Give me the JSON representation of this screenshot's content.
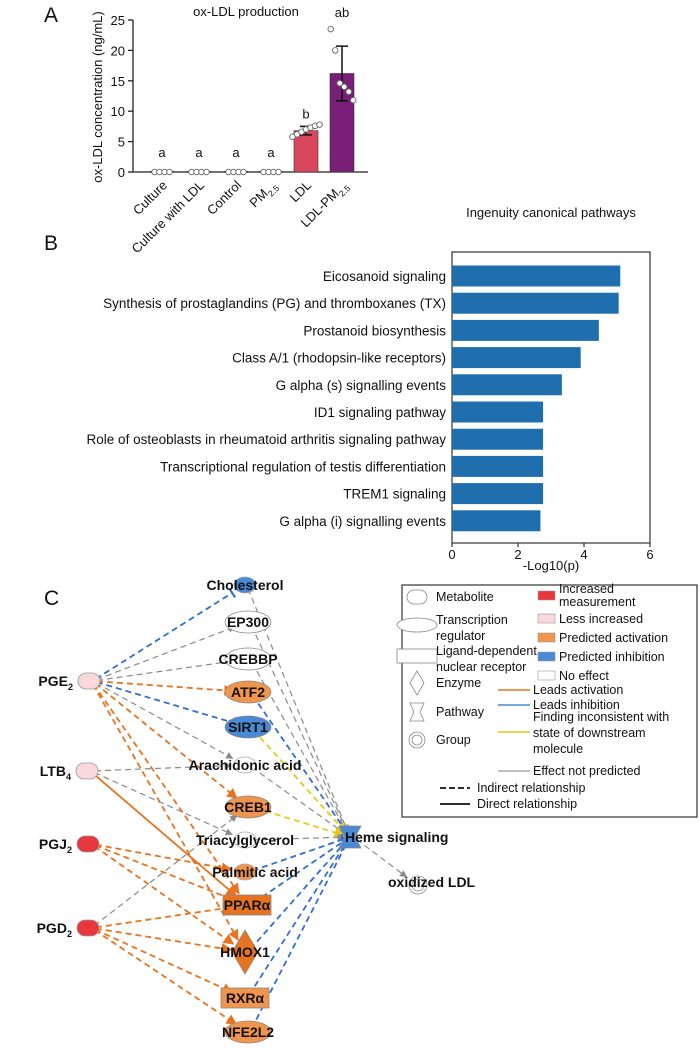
{
  "panels": {
    "a": "A",
    "b": "B",
    "c": "C"
  },
  "chart_data": [
    {
      "type": "bar",
      "title": "ox-LDL production",
      "ylabel": "ox-LDL concentration (ng/mL)",
      "ylim": [
        0,
        25
      ],
      "yticks": [
        0,
        5,
        10,
        15,
        20,
        25
      ],
      "categories": [
        {
          "main": "Culture",
          "sub": ""
        },
        {
          "main": "Culture with LDL",
          "sub": ""
        },
        {
          "main": "Control",
          "sub": ""
        },
        {
          "main": "PM",
          "sub": "2.5"
        },
        {
          "main": "LDL",
          "sub": ""
        },
        {
          "main": "LDL-PM",
          "sub": "2.5"
        }
      ],
      "values": [
        0.1,
        0.1,
        0.1,
        0.1,
        6.8,
        16.2
      ],
      "error": [
        0,
        0,
        0,
        0,
        0.7,
        4.5
      ],
      "points": [
        [
          0,
          0,
          0,
          0
        ],
        [
          0,
          0,
          0,
          0
        ],
        [
          0,
          0,
          0,
          0
        ],
        [
          0,
          0,
          0,
          0
        ],
        [
          5.8,
          6.2,
          6.6,
          7.0,
          7.3,
          7.6,
          7.8
        ],
        [
          23.5,
          20.0,
          14.6,
          14.0,
          13.2,
          11.8
        ]
      ],
      "significance": [
        "a",
        "a",
        "a",
        "a",
        "b",
        "ab"
      ],
      "colors": [
        "#888888",
        "#888888",
        "#888888",
        "#888888",
        "#d9475c",
        "#7a1f78"
      ]
    },
    {
      "type": "bar",
      "orientation": "horizontal",
      "title": "Ingenuity canonical pathways",
      "xlabel": "-Log10(p)",
      "xlim": [
        0,
        6
      ],
      "xticks": [
        0,
        2,
        4,
        6
      ],
      "categories": [
        "Eicosanoid signaling",
        "Synthesis of prostaglandins (PG) and thromboxanes (TX)",
        "Prostanoid biosynthesis",
        "Class A/1 (rhodopsin-like receptors)",
        "G alpha (s) signalling events",
        "ID1 signaling pathway",
        "Role of osteoblasts in rheumatoid arthritis signaling pathway",
        "Transcriptional regulation of testis differentiation",
        "TREM1 signaling",
        "G alpha (i) signalling events"
      ],
      "values": [
        5.1,
        5.05,
        4.45,
        3.9,
        3.33,
        2.76,
        2.76,
        2.76,
        2.76,
        2.68
      ],
      "color": "#1f6fae"
    }
  ],
  "network": {
    "nodes": [
      {
        "id": "PGE2",
        "main": "PGE",
        "sub": "2",
        "shape": "metabolite",
        "state": "less_increased"
      },
      {
        "id": "LTB4",
        "main": "LTB",
        "sub": "4",
        "shape": "metabolite",
        "state": "less_increased"
      },
      {
        "id": "PGJ2",
        "main": "PGJ",
        "sub": "2",
        "shape": "metabolite",
        "state": "increased"
      },
      {
        "id": "PGD2",
        "main": "PGD",
        "sub": "2",
        "shape": "metabolite",
        "state": "increased"
      },
      {
        "id": "Cholesterol",
        "main": "Cholesterol",
        "sub": "",
        "shape": "metabolite",
        "state": "inhibition"
      },
      {
        "id": "EP300",
        "main": "EP300",
        "sub": "",
        "shape": "transcription",
        "state": "none"
      },
      {
        "id": "CREBBP",
        "main": "CREBBP",
        "sub": "",
        "shape": "transcription",
        "state": "none"
      },
      {
        "id": "ATF2",
        "main": "ATF2",
        "sub": "",
        "shape": "transcription",
        "state": "activation"
      },
      {
        "id": "SIRT1",
        "main": "SIRT1",
        "sub": "",
        "shape": "transcription",
        "state": "inhibition"
      },
      {
        "id": "Arachidonic",
        "main": "Arachidonic acid",
        "sub": "",
        "shape": "metabolite",
        "state": "none"
      },
      {
        "id": "CREB1",
        "main": "CREB1",
        "sub": "",
        "shape": "transcription",
        "state": "activation"
      },
      {
        "id": "Triacylglycerol",
        "main": "Triacylglycerol",
        "sub": "",
        "shape": "metabolite",
        "state": "none"
      },
      {
        "id": "Palmitic",
        "main": "Palmitic acid",
        "sub": "",
        "shape": "metabolite",
        "state": "activation"
      },
      {
        "id": "PPARa",
        "main": "PPARα",
        "sub": "",
        "shape": "receptor",
        "state": "activation_strong"
      },
      {
        "id": "HMOX1",
        "main": "HMOX1",
        "sub": "",
        "shape": "enzyme",
        "state": "activation_strong"
      },
      {
        "id": "RXRa",
        "main": "RXRα",
        "sub": "",
        "shape": "receptor",
        "state": "activation"
      },
      {
        "id": "NFE2L2",
        "main": "NFE2L2",
        "sub": "",
        "shape": "transcription",
        "state": "activation"
      },
      {
        "id": "Heme",
        "main": "Heme signaling",
        "sub": "",
        "shape": "pathway",
        "state": "inhibition"
      },
      {
        "id": "oxLDL",
        "main": "oxidized LDL",
        "sub": "",
        "shape": "group",
        "state": "none"
      }
    ],
    "edges": [
      {
        "from": "PGE2",
        "to": "Cholesterol",
        "type": "inhibition",
        "dashed": true
      },
      {
        "from": "PGE2",
        "to": "EP300",
        "type": "not_predicted",
        "dashed": true
      },
      {
        "from": "PGE2",
        "to": "CREBBP",
        "type": "not_predicted",
        "dashed": true
      },
      {
        "from": "PGE2",
        "to": "ATF2",
        "type": "activation",
        "dashed": true
      },
      {
        "from": "PGE2",
        "to": "SIRT1",
        "type": "inhibition",
        "dashed": true
      },
      {
        "from": "PGE2",
        "to": "Arachidonic",
        "type": "not_predicted",
        "dashed": true
      },
      {
        "from": "PGE2",
        "to": "CREB1",
        "type": "activation",
        "dashed": true
      },
      {
        "from": "PGE2",
        "to": "PPARa",
        "type": "activation",
        "dashed": true
      },
      {
        "from": "PGE2",
        "to": "HMOX1",
        "type": "activation",
        "dashed": true
      },
      {
        "from": "LTB4",
        "to": "Arachidonic",
        "type": "not_predicted",
        "dashed": true
      },
      {
        "from": "LTB4",
        "to": "Triacylglycerol",
        "type": "not_predicted",
        "dashed": true
      },
      {
        "from": "LTB4",
        "to": "PPARa",
        "type": "activation",
        "dashed": false
      },
      {
        "from": "PGJ2",
        "to": "Palmitic",
        "type": "activation",
        "dashed": true
      },
      {
        "from": "PGJ2",
        "to": "PPARa",
        "type": "activation",
        "dashed": true
      },
      {
        "from": "PGJ2",
        "to": "HMOX1",
        "type": "activation",
        "dashed": true
      },
      {
        "from": "PGD2",
        "to": "CREB1",
        "type": "not_predicted",
        "dashed": true
      },
      {
        "from": "PGD2",
        "to": "PPARa",
        "type": "activation",
        "dashed": true
      },
      {
        "from": "PGD2",
        "to": "HMOX1",
        "type": "activation",
        "dashed": true
      },
      {
        "from": "PGD2",
        "to": "RXRa",
        "type": "activation",
        "dashed": true
      },
      {
        "from": "PGD2",
        "to": "NFE2L2",
        "type": "activation",
        "dashed": true
      },
      {
        "from": "Cholesterol",
        "to": "Heme",
        "type": "not_predicted",
        "dashed": true
      },
      {
        "from": "EP300",
        "to": "Heme",
        "type": "not_predicted",
        "dashed": true
      },
      {
        "from": "CREBBP",
        "to": "Heme",
        "type": "not_predicted",
        "dashed": true
      },
      {
        "from": "ATF2",
        "to": "Heme",
        "type": "inhibition",
        "dashed": true
      },
      {
        "from": "SIRT1",
        "to": "Heme",
        "type": "inconsistent",
        "dashed": true
      },
      {
        "from": "Arachidonic",
        "to": "Heme",
        "type": "not_predicted",
        "dashed": true
      },
      {
        "from": "CREB1",
        "to": "Heme",
        "type": "inconsistent",
        "dashed": true
      },
      {
        "from": "Triacylglycerol",
        "to": "Heme",
        "type": "not_predicted",
        "dashed": true
      },
      {
        "from": "Palmitic",
        "to": "Heme",
        "type": "inhibition",
        "dashed": true
      },
      {
        "from": "PPARa",
        "to": "Heme",
        "type": "inhibition",
        "dashed": true
      },
      {
        "from": "HMOX1",
        "to": "Heme",
        "type": "inhibition",
        "dashed": true
      },
      {
        "from": "RXRa",
        "to": "Heme",
        "type": "inhibition",
        "dashed": true
      },
      {
        "from": "NFE2L2",
        "to": "Heme",
        "type": "inhibition",
        "dashed": true
      },
      {
        "from": "Heme",
        "to": "oxLDL",
        "type": "not_predicted",
        "dashed": true
      }
    ],
    "state_colors": {
      "increased": "#e8383d",
      "less_increased": "#f9d9dc",
      "activation": "#f0954e",
      "activation_strong": "#e8731f",
      "inhibition": "#4a8ad4",
      "none": "#ffffff"
    },
    "edge_colors": {
      "activation": "#e8731f",
      "inhibition": "#2f6fd0",
      "inconsistent": "#e8c81a",
      "not_predicted": "#8a8a8a"
    }
  },
  "legend": {
    "shapes": [
      {
        "shape": "metabolite",
        "label1": "Metabolite",
        "label2": ""
      },
      {
        "shape": "transcription",
        "label1": "Transcription",
        "label2": "regulator"
      },
      {
        "shape": "receptor",
        "label1": "Ligand-dependent",
        "label2": "nuclear receptor"
      },
      {
        "shape": "enzyme",
        "label1": "Enzyme",
        "label2": ""
      },
      {
        "shape": "pathway",
        "label1": "Pathway",
        "label2": ""
      },
      {
        "shape": "group",
        "label1": "Group",
        "label2": ""
      }
    ],
    "colors": [
      {
        "color": "#e8383d",
        "label1": "Increased",
        "label2": "measurement"
      },
      {
        "color": "#f9d9dc",
        "label1": "Less increased",
        "label2": ""
      },
      {
        "color": "#f0954e",
        "label1": "Predicted activation",
        "label2": ""
      },
      {
        "color": "#4a8ad4",
        "label1": "Predicted inhibition",
        "label2": ""
      },
      {
        "color": "#ffffff",
        "label1": "No effect",
        "label2": ""
      }
    ],
    "lines": [
      {
        "color": "#e8731f",
        "lines": [
          "Leads activation"
        ]
      },
      {
        "color": "#4a8ad4",
        "lines": [
          "Leads inhibition"
        ]
      },
      {
        "color": "#e8c81a",
        "lines": [
          "Finding inconsistent with",
          "state of downstream",
          "molecule"
        ]
      },
      {
        "color": "#aaaaaa",
        "lines": [
          "Effect not predicted"
        ]
      }
    ],
    "styles": [
      {
        "dashed": true,
        "label": "Indirect relationship"
      },
      {
        "dashed": false,
        "label": "Direct relationship"
      }
    ]
  }
}
